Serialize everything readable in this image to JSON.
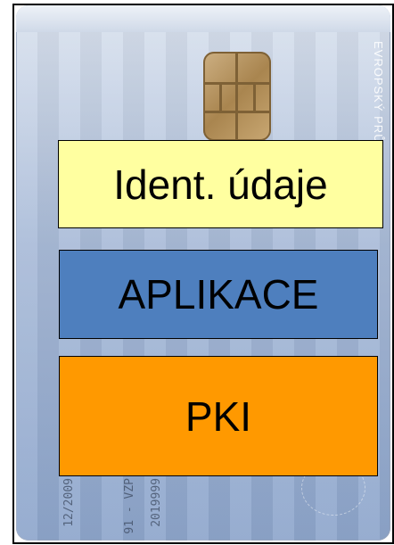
{
  "card": {
    "side_text": "EVROPSKÝ PRŮ",
    "field_texts": [
      "12/2009",
      "91 - VZP",
      "2019999"
    ]
  },
  "blocks": {
    "ident_label": "Ident. údaje",
    "app_label": "APLIKACE",
    "pki_label": "PKI"
  },
  "colors": {
    "ident_fill": "#ffffa0",
    "app_fill": "#4e7fbe",
    "pki_fill": "#ff9900",
    "border": "#000000"
  }
}
